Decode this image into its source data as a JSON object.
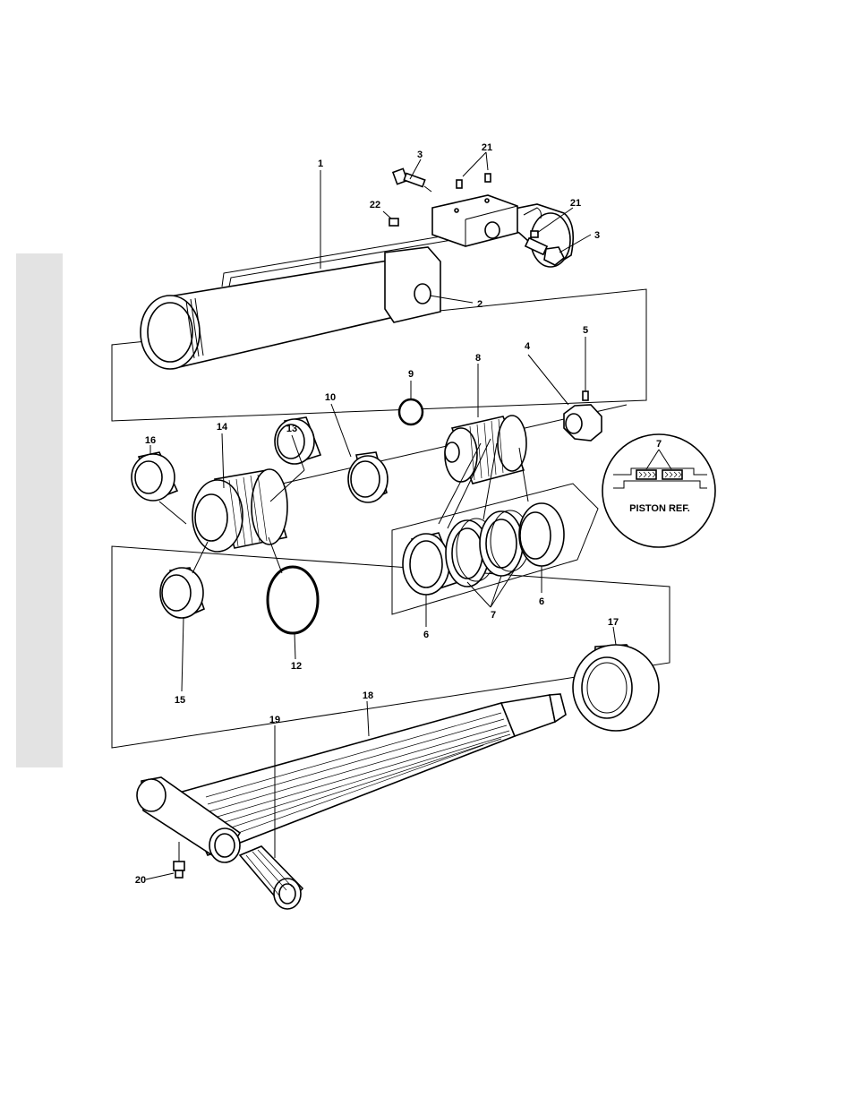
{
  "callouts": {
    "c1": "1",
    "c2": "2",
    "c3a": "3",
    "c3b": "3",
    "c4": "4",
    "c5": "5",
    "c6a": "6",
    "c6b": "6",
    "c7a": "7",
    "c7b": "7",
    "c8": "8",
    "c9": "9",
    "c10": "10",
    "c12": "12",
    "c13": "13",
    "c14": "14",
    "c15": "15",
    "c16": "16",
    "c17": "17",
    "c18": "18",
    "c19": "19",
    "c20": "20",
    "c21a": "21",
    "c21b": "21",
    "c22": "22"
  },
  "inset": {
    "title": "PISTON REF."
  }
}
